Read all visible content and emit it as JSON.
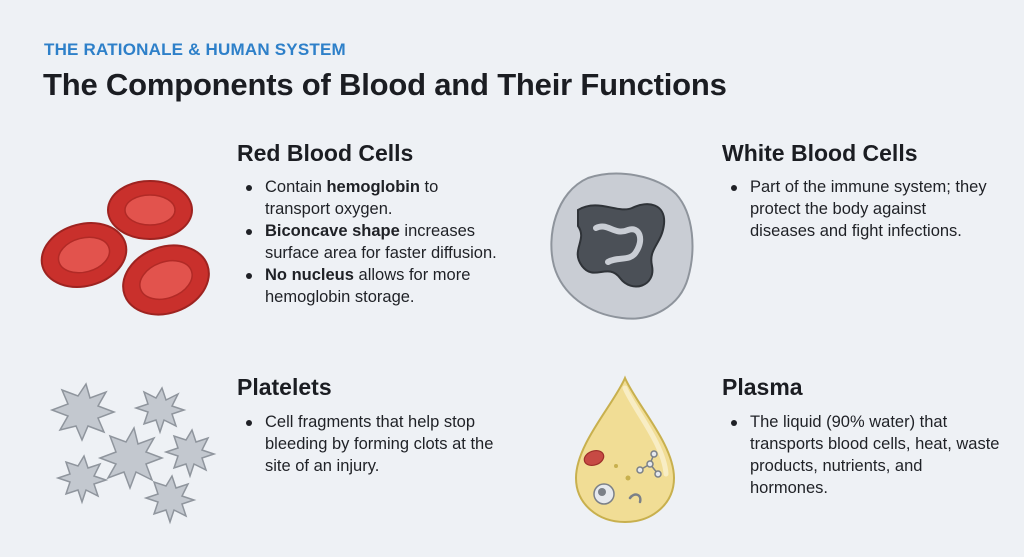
{
  "header": {
    "kicker": "THE RATIONALE & HUMAN SYSTEM",
    "title": "The Components of Blood and Their Functions"
  },
  "red": {
    "heading": "Red Blood Cells",
    "b1_bold": "hemoglobin",
    "b1_pre": "Contain ",
    "b1_post": " to transport oxygen.",
    "b2_bold": "Biconcave shape",
    "b2_post": " increases surface area for faster diffusion.",
    "b3_bold": "No nucleus",
    "b3_post": " allows for more hemoglobin storage."
  },
  "white": {
    "heading": "White Blood Cells",
    "b1": "Part of the immune system; they protect the body against diseases and fight infections."
  },
  "platelets": {
    "heading": "Platelets",
    "b1": "Cell fragments that help stop bleeding by forming clots at the site of an injury."
  },
  "plasma": {
    "heading": "Plasma",
    "b1": "The liquid (90% water) that transports blood cells, heat, waste products, nutrients, and hormones."
  },
  "colors": {
    "accent": "#2e80c9",
    "rbc": "#d6403b",
    "wbc_body": "#c8ccd4",
    "wbc_nucleus": "#4b5057",
    "platelet": "#c3c8cf",
    "plasma": "#f1dd95"
  }
}
